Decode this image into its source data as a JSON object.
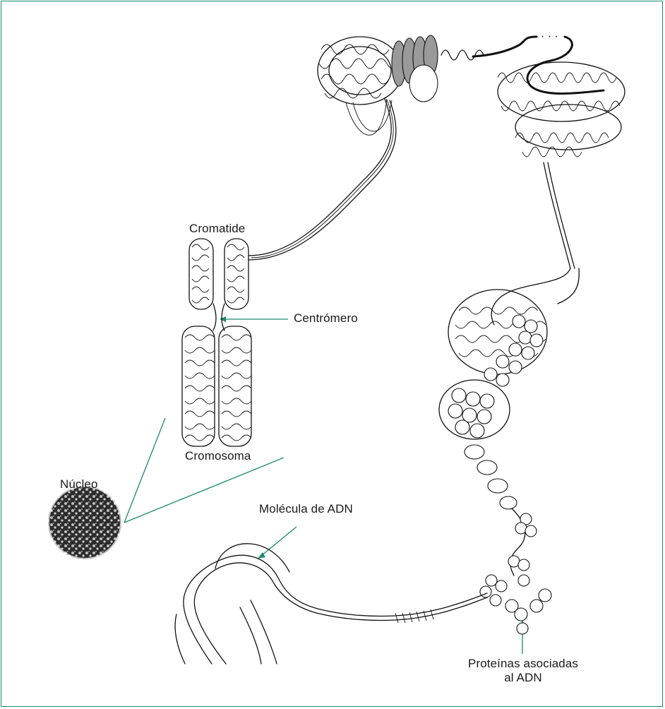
{
  "labels": {
    "nucleus": "Núcleo",
    "chromatid": "Cromatide",
    "centromere": "Centrómero",
    "chromosome": "Cromosoma",
    "dna_molecule": "Molécula de ADN",
    "proteins_line1": "Proteínas asociadas",
    "proteins_line2": "al ADN"
  },
  "colors": {
    "border": "#1a8a6e",
    "leader_lines": "#1a8a6e",
    "ink": "#111111",
    "shaded_coil": "#9a9a9a"
  }
}
